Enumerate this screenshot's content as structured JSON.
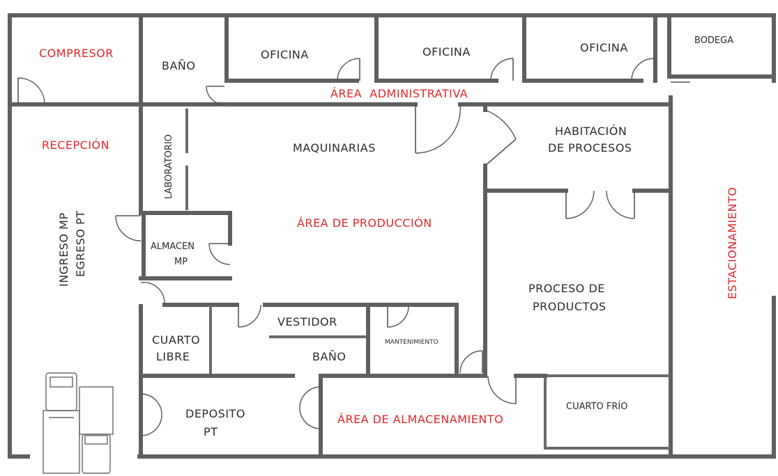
{
  "rooms": {
    "compresor": "COMPRESOR",
    "bano_top": "BAÑO",
    "oficina_1": "OFICINA",
    "oficina_2": "OFICINA",
    "oficina_3": "OFICINA",
    "bodega": "BODEGA",
    "area_administrativa": "ÁREA  ADMINISTRATIVA",
    "recepcion": "RECEPCIÓN",
    "laboratorio": "LABORATORIO",
    "maquinarias": "MAQUINARIAS",
    "habitacion_line1": "HABITACIÓN",
    "habitacion_line2": "DE PROCESOS",
    "estacionamiento": "ESTACIONAMIENTO",
    "ingreso": "INGRESO MP",
    "egreso": "EGRESO PT",
    "area_produccion": "ÁREA DE PRODUCCIÓN",
    "almacen_line1": "ALMACEN",
    "almacen_line2": "MP",
    "proceso_line1": "PROCESO DE",
    "proceso_line2": "PRODUCTOS",
    "vestidor": "VESTIDOR",
    "bano_bottom": "BAÑO",
    "mantenimiento": "MANTENIMIENTO",
    "cuarto_libre_line1": "CUARTO",
    "cuarto_libre_line2": "LIBRE",
    "deposito_line1": "DEPOSITO",
    "deposito_line2": "PT",
    "area_almacenamiento": "ÁREA DE ALMACENAMIENTO",
    "cuarto_frio": "CUARTO FRÍO"
  },
  "colors": {
    "wall": "#5f5f5f",
    "label": "#2b2b2b",
    "highlight_label": "#e0262b"
  },
  "icons": [
    "truck-icon",
    "truck-icon",
    "door-swing-icon"
  ]
}
